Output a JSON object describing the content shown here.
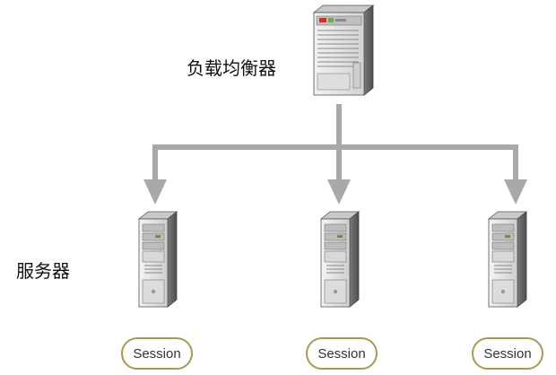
{
  "load_balancer": {
    "label": "负载均衡器",
    "icon": "load-balancer-server-icon"
  },
  "servers": {
    "label": "服务器",
    "icon": "tower-server-icon",
    "sessions": [
      {
        "label": "Session"
      },
      {
        "label": "Session"
      },
      {
        "label": "Session"
      }
    ]
  },
  "colors": {
    "connector": "#a9a9a9",
    "session_border": "#a89a52",
    "server_body": "#e6e6e6",
    "server_dark": "#6f6f6f"
  }
}
